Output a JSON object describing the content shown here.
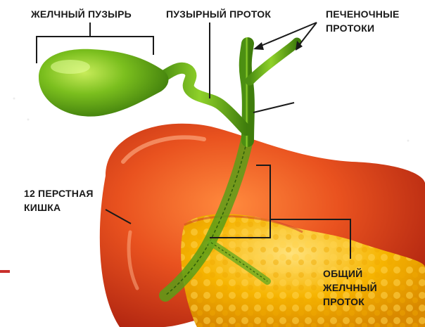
{
  "labels": {
    "gallbladder": "ЖЕЛЧНЫЙ ПУЗЫРЬ",
    "cystic_duct": "ПУЗЫРНЫЙ ПРОТОК",
    "hepatic_ducts": [
      "ПЕЧЕНОЧНЫЕ",
      "ПРОТОКИ"
    ],
    "duodenum": [
      "12 ПЕРСТНАЯ",
      "КИШКА"
    ],
    "common_bile_duct": [
      "ОБЩИЙ",
      "ЖЕЛЧНЫЙ",
      "ПРОТОК"
    ]
  },
  "colors": {
    "bile_green": "#7bbf1e",
    "duodenum_red": "#e0441f",
    "pancreas_yellow": "#f6b400",
    "label_text": "#1a1a1a",
    "accent_stripe": "#c9302c"
  }
}
